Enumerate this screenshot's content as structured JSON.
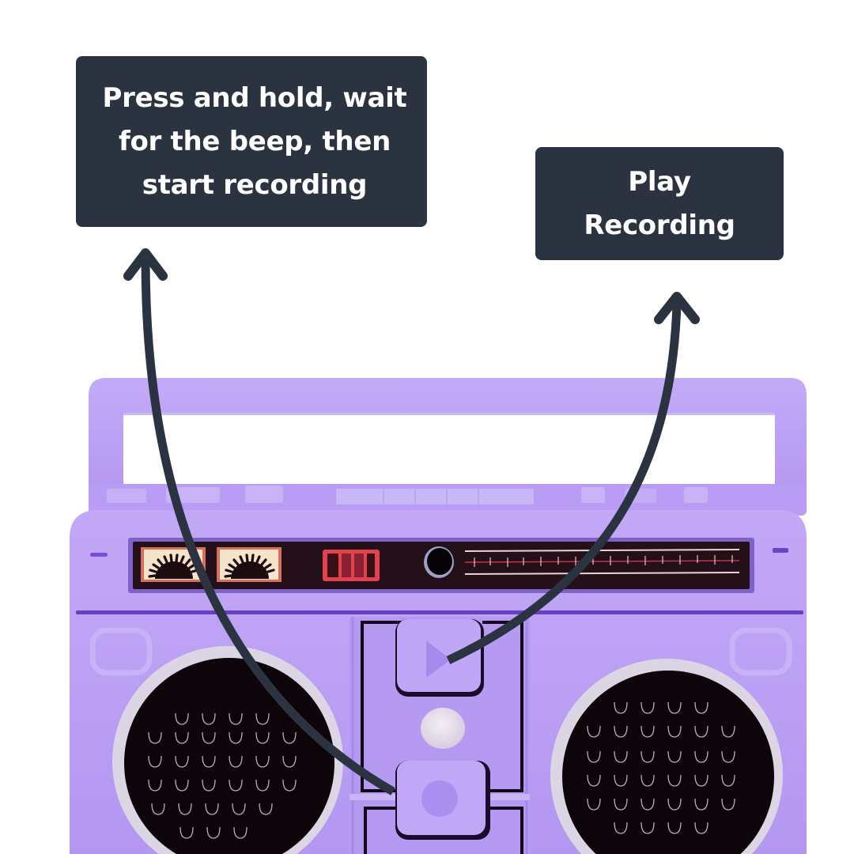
{
  "callouts": {
    "record": {
      "lines": [
        "Press and hold, wait",
        "for the beep, then",
        "start recording"
      ]
    },
    "play": {
      "lines": [
        "Play",
        "Recording"
      ]
    }
  },
  "device": {
    "name": "boombox",
    "buttons": [
      {
        "id": "play",
        "icon": "play-triangle-icon"
      },
      {
        "id": "record",
        "icon": "record-circle-icon"
      }
    ],
    "indicators": [
      "vu-meter-left",
      "vu-meter-right",
      "tuner-dial",
      "headphone-jack",
      "led-light"
    ]
  },
  "colors": {
    "callout_bg": "#2b3341",
    "callout_text": "#ffffff",
    "arrow": "#2b3341",
    "body_purple": "#b99cf3",
    "body_purple_dark": "#9a7ce6",
    "outline": "#3a1f6b",
    "speaker_black": "#0d0509",
    "speaker_ring": "#d9d4e0",
    "vu_face": "#f6e4c8",
    "vu_border": "#d6705e",
    "tuner_red": "#c8324a"
  }
}
